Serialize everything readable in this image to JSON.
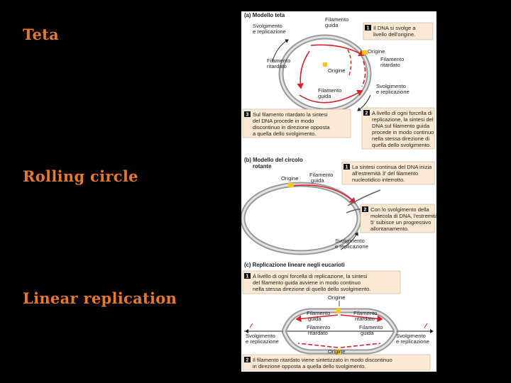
{
  "side_labels": {
    "teta": "Teta",
    "rolling": "Rolling circle",
    "linear": "Linear replication"
  },
  "panel_a": {
    "title": "(a) Modello teta",
    "lbl_filamento_guida_top": [
      "Filamento",
      "guida"
    ],
    "lbl_svolgimento_left": [
      "Svolgimento",
      "e replicazione"
    ],
    "lbl_filamento_ritardato_left": [
      "Filamento",
      "ritardato"
    ],
    "lbl_origine_center": "Origine",
    "lbl_origine_right": "Origine",
    "lbl_filamento_ritardato_right": [
      "Filamento",
      "ritardato"
    ],
    "lbl_filamento_guida_bottom": [
      "Filamento",
      "guida"
    ],
    "lbl_svolgimento_right": [
      "Svolgimento",
      "e replicazione"
    ],
    "step1": [
      "Il DNA si svolge a",
      "livello dell'origine."
    ],
    "step2": [
      "A livello di ogni forcella di",
      "replicazione, la sintesi del",
      "DNA sul filamento guida",
      "procede in modo continuo",
      "nella stessa direzione di",
      "quella dello svolgimento."
    ],
    "step3": [
      "Sul filamento ritardato la sintesi",
      "del DNA procede in modo",
      "discontinuo in direzione opposta",
      "a quella dello svolgimento."
    ]
  },
  "panel_b": {
    "title": [
      "(b) Modello del circolo",
      "rotante"
    ],
    "lbl_origine": "Origine",
    "lbl_filamento_guida": [
      "Filamento",
      "guida"
    ],
    "lbl_svolgimento": [
      "Svolgimento",
      "e replicazione"
    ],
    "step1": [
      "La sintesi continua del DNA inizia",
      "all'estremità 3' del filamento",
      "nucleotidico interrotto."
    ],
    "step2": [
      "Con lo svolgimento della",
      "molecola di DNA, l'estremità",
      "5' subisce un progressivo",
      "allontanamento."
    ]
  },
  "panel_c": {
    "title": "(c) Replicazione lineare negli eucarioti",
    "step1": [
      "A livello di ogni forcella di replicazione, la sintesi",
      "del filamento guida avviene in modo continuo",
      "nella stessa direzione di quello dello svolgimento."
    ],
    "lbl_origine_top": "Origine",
    "lbl_filamento_guida_left": [
      "Filamento",
      "guida"
    ],
    "lbl_filamento_ritardato_left": [
      "Filamento",
      "ritardato"
    ],
    "lbl_filamento_ritardato_right": [
      "Filamento",
      "ritardato"
    ],
    "lbl_filamento_guida_right": [
      "Filamento",
      "guida"
    ],
    "lbl_svolgimento_left": [
      "Svolgimento",
      "e replicazione"
    ],
    "lbl_svolgimento_right": [
      "Svolgimento",
      "e replicazione"
    ],
    "lbl_origine_bottom": "Origine",
    "step2": [
      "Il filamento ritardato viene sintetizzato in modo discontinuo",
      "in direzione opposta a quella dello svolgimento."
    ]
  },
  "step_numbers": {
    "one": "1",
    "two": "2",
    "three": "3"
  },
  "colors": {
    "accent_orange": "#e8782a",
    "strand_red": "#d8202a",
    "duplex_grey": "#9a9a9a",
    "box_fill": "#fbe9d3",
    "origin_yellow": "#f2c81a"
  }
}
